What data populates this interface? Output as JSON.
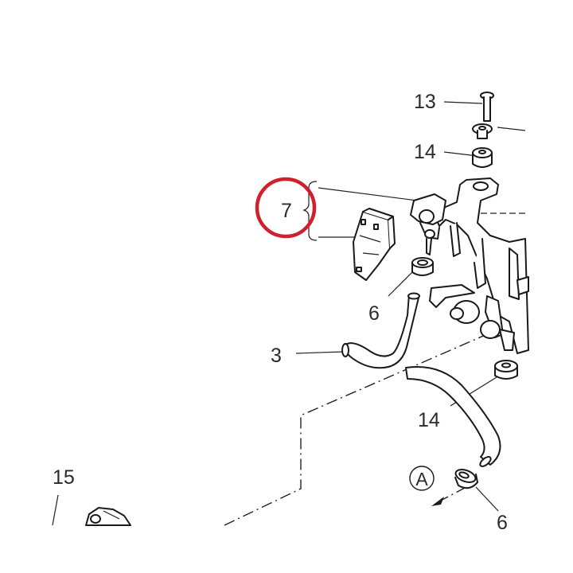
{
  "callouts": {
    "c13": "13",
    "c14a": "14",
    "c7": "7",
    "c6a": "6",
    "c3": "3",
    "c14b": "14",
    "c15": "15",
    "c6b": "6",
    "view_a": "A"
  },
  "colors": {
    "highlight_ring": "#d0202c",
    "line": "#1a1a1a",
    "text": "#2b2b2b"
  }
}
